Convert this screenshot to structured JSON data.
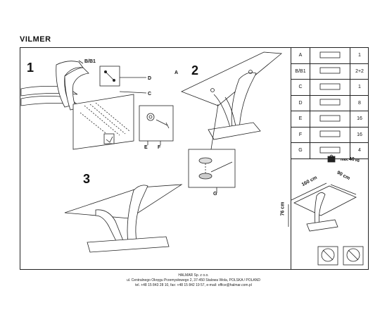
{
  "product": {
    "title": "VILMER"
  },
  "steps": {
    "s1": "1",
    "s2": "2",
    "s3": "3"
  },
  "callouts": {
    "b": "B/B1",
    "d": "D",
    "c": "C",
    "a": "A",
    "e": "E",
    "f": "F",
    "g": "G"
  },
  "parts_table": {
    "rows": [
      {
        "letter": "A",
        "qty": "1",
        "icon": "glass-top-icon"
      },
      {
        "letter": "B/B1",
        "qty": "2+2",
        "icon": "leg-panel-icon"
      },
      {
        "letter": "C",
        "qty": "1",
        "icon": "plate-icon"
      },
      {
        "letter": "D",
        "qty": "8",
        "icon": "bolt-icon"
      },
      {
        "letter": "E",
        "qty": "16",
        "icon": "suction-pad-icon"
      },
      {
        "letter": "F",
        "qty": "16",
        "icon": "screw-icon"
      },
      {
        "letter": "G",
        "qty": "4",
        "icon": "glass-pad-icon"
      }
    ]
  },
  "weight": {
    "label": "max.",
    "value": "40",
    "unit": "kg"
  },
  "dimensions": {
    "length": "160 cm",
    "width": "90 cm",
    "height": "76 cm"
  },
  "footer": {
    "line1": "HALMAR Sp. z o.o.",
    "line2": "ul. Centralnego Okręgu Przemysłowego 2, 37-450 Stalowa Wola, POLSKA / POLAND",
    "line3": "tel. +48 15 843 28 10, fax: +48 15 842 19 57, e-mail: office@halmar.com.pl"
  }
}
